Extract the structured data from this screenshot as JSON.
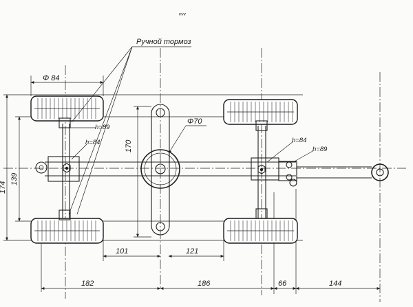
{
  "drawing": {
    "brake_callout": "Ручной тормоз",
    "top_mark": "ᵥᵥᵥ",
    "dims": {
      "wheel_diameter": "Φ 84",
      "disc_diameter": "Φ70",
      "height_center": "170",
      "height_inner": "139",
      "height_outer": "174",
      "span_left_to_center": "101",
      "span_center_to_right": "121",
      "bottom_left": "182",
      "bottom_center": "186",
      "bottom_hitch": "66",
      "bottom_drawbar": "144"
    },
    "notes": {
      "h_left_upper": "h=89",
      "h_left_lower": "h=84",
      "h_right_upper": "h=84",
      "h_right_lower": "h=89"
    }
  }
}
